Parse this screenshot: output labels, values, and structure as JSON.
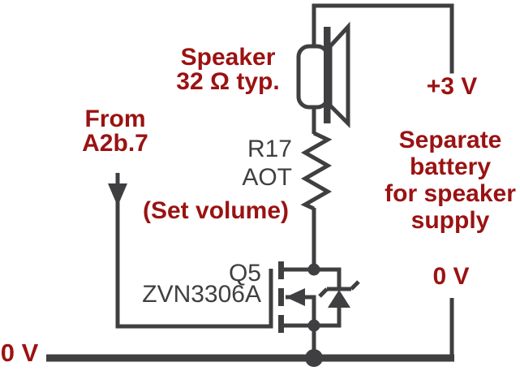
{
  "colors": {
    "wire": "#3F3F41",
    "label": "#9B1212",
    "background": "#FFFFFF"
  },
  "labels": {
    "speaker": {
      "name": "Speaker",
      "impedance": "32 Ω typ."
    },
    "input": {
      "line1": "From",
      "line2": "A2b.7"
    },
    "set_volume": "(Set volume)",
    "resistor": {
      "ref": "R17",
      "value": "AOT"
    },
    "transistor": {
      "ref": "Q5",
      "part": "ZVN3306A"
    },
    "supply": {
      "positive": "+3 V",
      "note_line1": "Separate",
      "note_line2": "battery",
      "note_line3": "for speaker",
      "note_line4": "supply",
      "zero": "0 V"
    },
    "ground_rail": "0 V"
  }
}
